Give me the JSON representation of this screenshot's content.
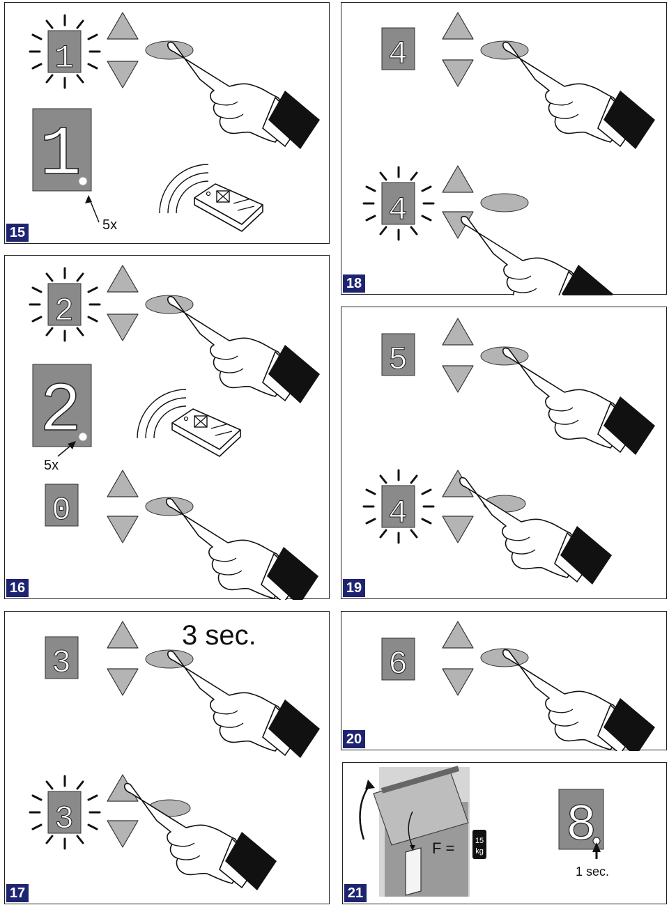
{
  "steps": [
    {
      "number": "15",
      "digit_top": "1",
      "digit_big": "1",
      "count_label": "5x"
    },
    {
      "number": "16",
      "digit_top": "2",
      "digit_big": "2",
      "count_label": "5x",
      "digit_bottom": "0"
    },
    {
      "number": "17",
      "digit_top": "3",
      "digit_bottom": "3",
      "press_label": "3 sec."
    },
    {
      "number": "18",
      "digit_top": "4",
      "digit_bottom": "4"
    },
    {
      "number": "19",
      "digit_top": "5",
      "digit_bottom": "4"
    },
    {
      "number": "20",
      "digit_top": "6"
    },
    {
      "number": "21",
      "force_label": "F =",
      "weight_value": "15",
      "weight_unit": "kg",
      "time_label": "1 sec.",
      "digit_big": "8"
    }
  ],
  "colors": {
    "badge": "#1e2470",
    "display": "#8a8a8a",
    "button": "#b4b4b4",
    "sleeve": "#111111"
  }
}
